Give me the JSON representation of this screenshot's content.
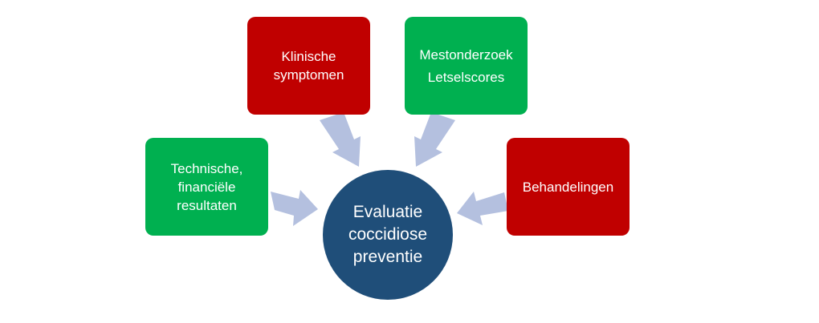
{
  "diagram": {
    "center": {
      "lines": [
        "Evaluatie",
        "coccidiose",
        "preventie"
      ],
      "color": "#1f4e79"
    },
    "boxes": {
      "klinische": {
        "lines": [
          "Klinische",
          "symptomen"
        ],
        "color": "#c00000"
      },
      "meston": {
        "lines": [
          "Mestonderzoek",
          "Letselscores"
        ],
        "color": "#00b050"
      },
      "technische": {
        "lines": [
          "Technische,",
          "financiële",
          "resultaten"
        ],
        "color": "#00b050"
      },
      "behandelingen": {
        "lines": [
          "Behandelingen"
        ],
        "color": "#c00000"
      }
    },
    "arrow_color": "#b4c0df"
  }
}
